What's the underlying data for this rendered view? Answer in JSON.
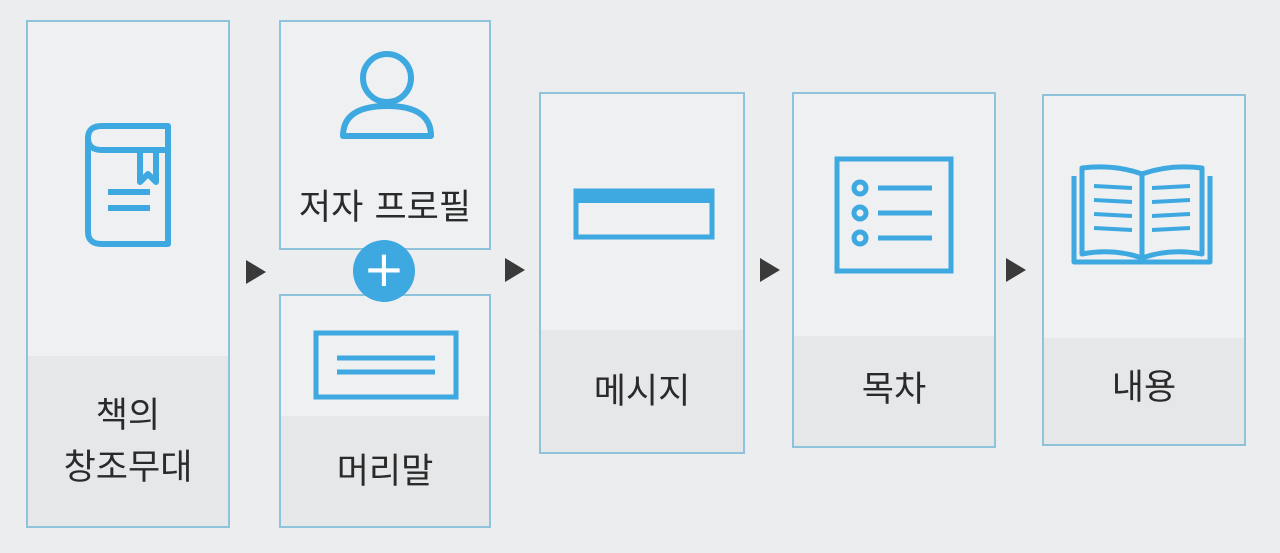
{
  "nodes": [
    {
      "id": "cover",
      "label_lines": [
        "책의",
        "창조무대"
      ],
      "icon": "book-icon"
    },
    {
      "id": "profile",
      "label": "저자 프로필",
      "icon": "person-icon"
    },
    {
      "id": "preface",
      "label": "머리말",
      "icon": "text-box-icon"
    },
    {
      "id": "message",
      "label": "메시지",
      "icon": "bar-icon"
    },
    {
      "id": "toc",
      "label": "목차",
      "icon": "list-icon"
    },
    {
      "id": "content",
      "label": "내용",
      "icon": "open-book-icon"
    }
  ],
  "connectors": {
    "plus_symbol": "+"
  },
  "colors": {
    "accent": "#3ea9e0",
    "border": "#8fc3dc",
    "background": "#ecedef",
    "arrow": "#3a3a3a"
  }
}
